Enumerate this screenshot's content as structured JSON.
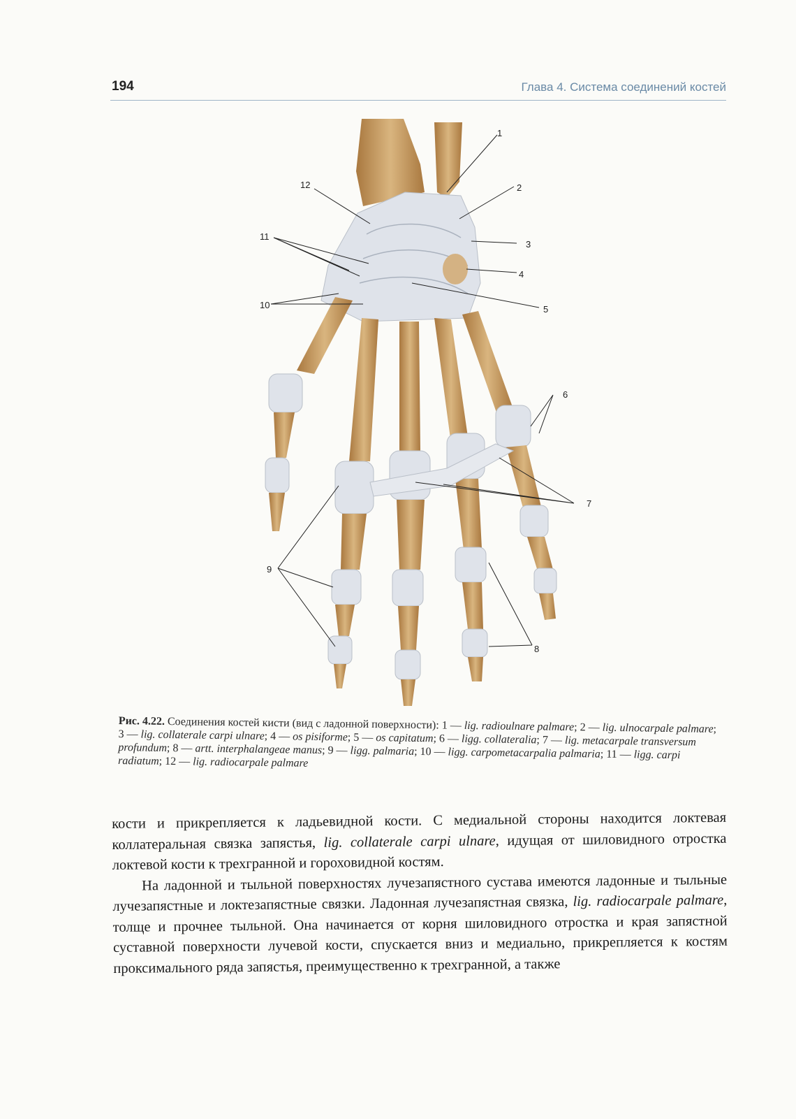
{
  "header": {
    "page_number": "194",
    "running_head": "Глава 4. Система соединений костей"
  },
  "figure": {
    "labels": [
      "1",
      "2",
      "3",
      "4",
      "5",
      "6",
      "7",
      "8",
      "9",
      "10",
      "11",
      "12"
    ]
  },
  "caption": {
    "figure_id": "Рис. 4.22.",
    "title": "Соединения костей кисти (вид с ладонной поверхности): 1 — ",
    "parts": [
      {
        "latin": "lig. radioulnare palmare",
        "sep": "; 2 — "
      },
      {
        "latin": "lig. ulnocarpale palmare",
        "sep": "; 3 — "
      },
      {
        "latin": "lig. collaterale carpi ulnare",
        "sep": "; 4 — "
      },
      {
        "latin": "os pisiforme",
        "sep": "; 5 — "
      },
      {
        "latin": "os capitatum",
        "sep": "; 6 — "
      },
      {
        "latin": "ligg. collateralia",
        "sep": "; 7 — "
      },
      {
        "latin": "lig. metacarpale transversum profundum",
        "sep": "; 8 — "
      },
      {
        "latin": "artt. interphalangeae manus",
        "sep": "; 9 — "
      },
      {
        "latin": "ligg. palmaria",
        "sep": "; 10 — "
      },
      {
        "latin": "ligg. carpometacarpalia palmaria",
        "sep": "; 11 — "
      },
      {
        "latin": "ligg. carpi radiatum",
        "sep": "; 12 — "
      },
      {
        "latin": "lig. radiocarpale palmare",
        "sep": ""
      }
    ]
  },
  "body": {
    "p1_a": "кости и прикрепляется к ладьевидной кости. С медиальной стороны находится локтевая коллатеральная связка запястья, ",
    "p1_latin": "lig. collaterale carpi ulnare",
    "p1_b": ", идущая от шиловидного отростка локтевой кости к трехгранной и гороховидной костям.",
    "p2_a": "На ладонной и тыльной поверхностях лучезапястного сустава имеются ладонные и тыльные лучезапястные и локтезапястные связки. Ладонная лучезапястная связка, ",
    "p2_latin": "lig. radiocarpale palmare",
    "p2_b": ", толще и прочнее тыльной. Она начинается от корня шиловидного отростка и края запястной суставной поверхности лучевой кости, спускается вниз и медиально, прикрепляется к костям проксимального ряда запястья, преимущественно к трехгранной, а также"
  },
  "colors": {
    "bone": "#c9a06a",
    "bone_dark": "#a67c45",
    "ligament": "#dfe3ea",
    "running_head": "#6a8aa6"
  }
}
